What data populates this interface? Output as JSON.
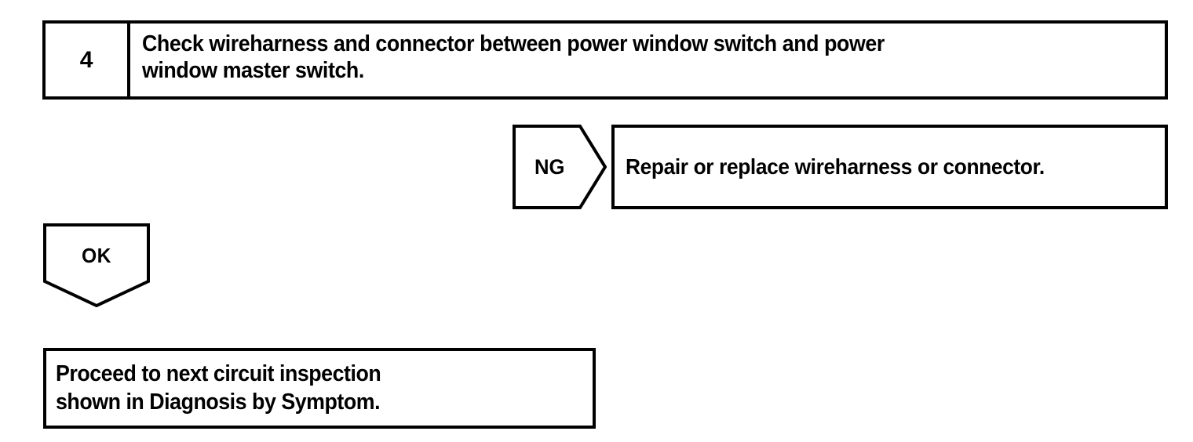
{
  "document": {
    "type": "diagnostic-flowchart",
    "background_color": "#ffffff",
    "line_color": "#000000"
  },
  "step": {
    "number": "4",
    "instruction": "Check wireharness and connector between power window switch and power\nwindow master switch."
  },
  "branches": {
    "ng": {
      "label": "NG",
      "result": "Repair or replace wireharness or connector."
    },
    "ok": {
      "label": "OK",
      "result": "Proceed to next circuit inspection\n shown in Diagnosis by Symptom."
    }
  }
}
